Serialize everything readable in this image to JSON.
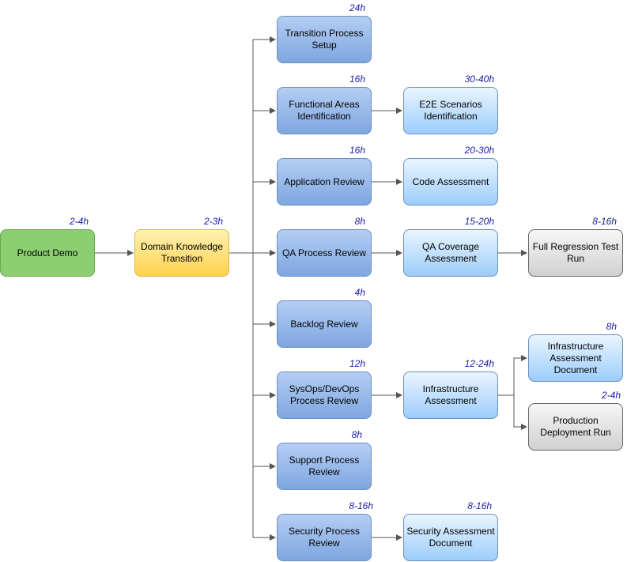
{
  "nodes": {
    "product_demo": "Product Demo",
    "domain_knowledge": "Domain Knowledge Transition",
    "transition_setup": "Transition Process Setup",
    "functional_areas": "Functional Areas Identification",
    "e2e_scenarios": "E2E Scenarios Identification",
    "application_review": "Application Review",
    "code_assessment": "Code Assessment",
    "qa_process": "QA Process Review",
    "qa_coverage": "QA Coverage Assessment",
    "full_regression": "Full Regression Test Run",
    "backlog_review": "Backlog Review",
    "sysops_devops": "SysOps/DevOps Process Review",
    "infra_assessment": "Infrastructure Assessment",
    "infra_doc": "Infrastructure Assessment Document",
    "prod_deploy": "Production Deployment Run",
    "support_process": "Support Process Review",
    "security_process": "Security Process Review",
    "security_doc": "Security Assessment Document"
  },
  "estimates": {
    "product_demo": "2-4h",
    "domain_knowledge": "2-3h",
    "transition_setup": "24h",
    "functional_areas": "16h",
    "e2e_scenarios": "30-40h",
    "application_review": "16h",
    "code_assessment": "20-30h",
    "qa_process": "8h",
    "qa_coverage": "15-20h",
    "full_regression": "8-16h",
    "backlog_review": "4h",
    "sysops_devops": "12h",
    "infra_assessment": "12-24h",
    "infra_doc": "8h",
    "prod_deploy": "2-4h",
    "support_process": "8h",
    "security_process": "8-16h",
    "security_doc": "8-16h"
  },
  "colors": {
    "connector": "#555555",
    "estimate_text": "#1a1aa6"
  }
}
